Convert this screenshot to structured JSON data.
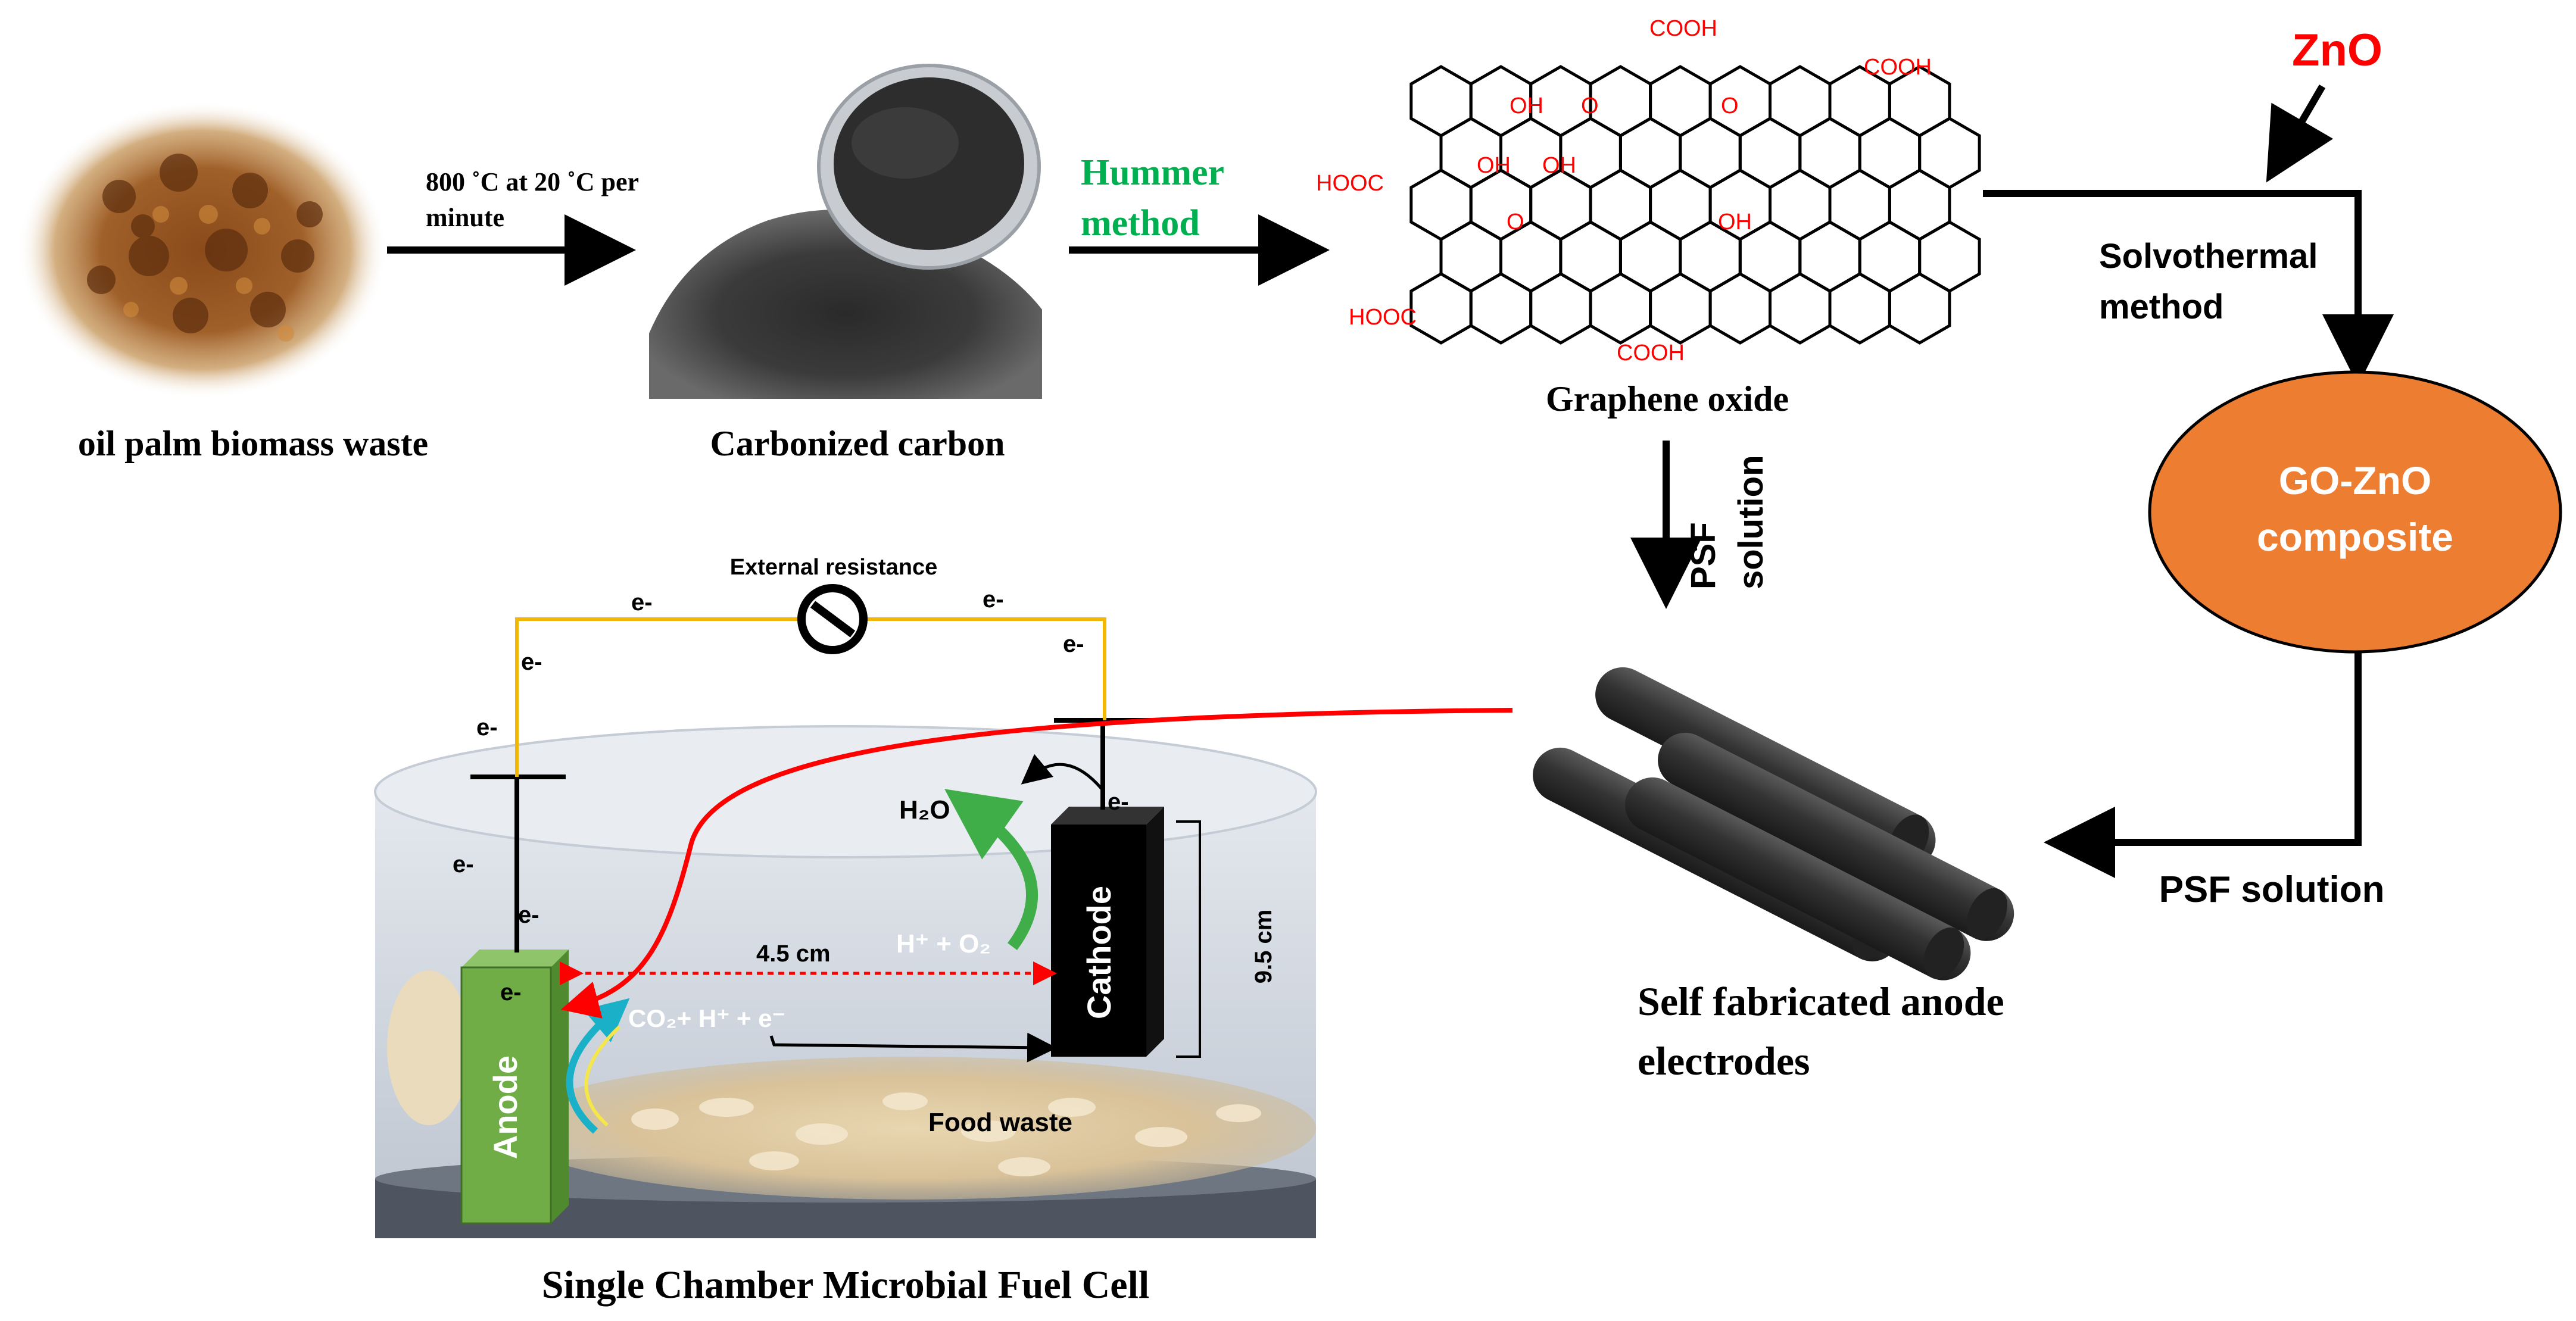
{
  "steps": {
    "biomass_label": "oil palm biomass waste",
    "carbonization_condition_line1": "800 ˚C at 20 ˚C per",
    "carbonization_condition_line2": "minute",
    "carbon_label": "Carbonized  carbon",
    "hummer_line1": "Hummer",
    "hummer_line2": "method",
    "go_label": "Graphene  oxide",
    "zno_label": "ZnO",
    "solvothermal_line1": "Solvothermal",
    "solvothermal_line2": "method",
    "composite_line1": "GO-ZnO",
    "composite_line2": "composite",
    "psf_vertical_line1": "PSF",
    "psf_vertical_line2": "solution",
    "psf_horizontal": "PSF solution",
    "electrodes_line1": "Self fabricated anode",
    "electrodes_line2": "electrodes"
  },
  "go_structure": {
    "groups": {
      "cooh_top": "COOH",
      "cooh_top_right": "COOH",
      "hooc_left": "HOOC",
      "hooc_bottom_left": "HOOC",
      "cooh_bottom": "COOH",
      "oh_1": "OH",
      "oh_2": "OH",
      "oh_3": "OH",
      "oh_4": "OH",
      "o_1": "O",
      "o_2": "O",
      "o_3": "O"
    }
  },
  "fuel_cell": {
    "title": "Single Chamber Microbial Fuel Cell",
    "external_resistance": "External resistance",
    "electron": "e-",
    "anode": "Anode",
    "cathode": "Cathode",
    "water": "H₂O",
    "proton_oxygen": "H⁺ + O₂",
    "anode_reaction": "CO₂+ H⁺ + e⁻",
    "distance": "4.5 cm",
    "height": "9.5 cm",
    "food_waste": "Food waste"
  },
  "colors": {
    "hummer_green": "#00b050",
    "zno_red": "#ff0000",
    "composite_orange": "#ed7d31",
    "go_red": "#ff0000",
    "anode_green": "#70ad47",
    "wire_yellow": "#f2b705",
    "path_red": "#ff0000"
  }
}
